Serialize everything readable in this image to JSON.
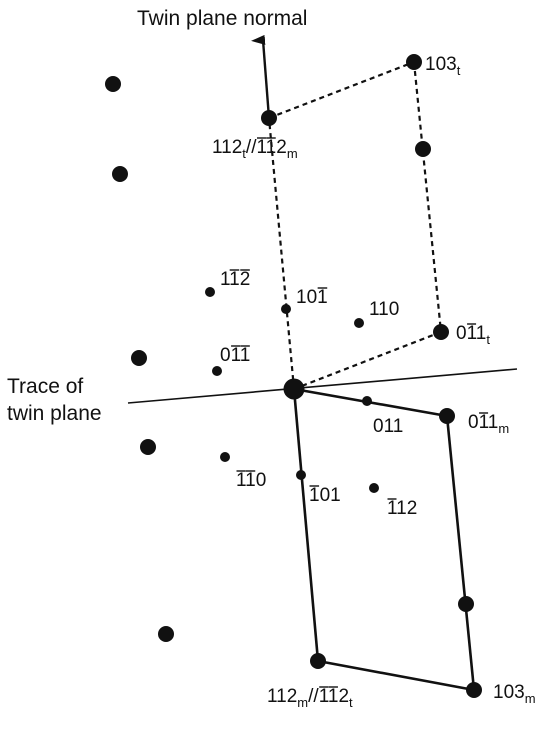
{
  "diagram": {
    "title": "Twin plane normal",
    "trace_label": [
      "Trace of",
      "twin plane"
    ],
    "labels": {
      "p103t": {
        "main": "103",
        "sub": "t"
      },
      "p112t": [
        {
          "t": "112",
          "o": false,
          "s": false
        },
        {
          "t": "t",
          "o": false,
          "s": true
        },
        {
          "t": "//",
          "o": false,
          "s": false
        },
        {
          "t": "1",
          "o": true,
          "s": false
        },
        {
          "t": "1",
          "o": true,
          "s": false
        },
        {
          "t": "2",
          "o": false,
          "s": false
        },
        {
          "t": "m",
          "o": false,
          "s": true
        }
      ],
      "p1m1m2": [
        {
          "t": "1",
          "o": false,
          "s": false
        },
        {
          "t": "1",
          "o": true,
          "s": false
        },
        {
          "t": "2",
          "o": true,
          "s": false
        }
      ],
      "p10m1": [
        {
          "t": "10",
          "o": false,
          "s": false
        },
        {
          "t": "1",
          "o": true,
          "s": false
        }
      ],
      "p110": [
        {
          "t": "110",
          "o": false,
          "s": false
        }
      ],
      "p0m11t": [
        {
          "t": "0",
          "o": false,
          "s": false
        },
        {
          "t": "1",
          "o": true,
          "s": false
        },
        {
          "t": "1",
          "o": false,
          "s": false
        },
        {
          "t": "t",
          "o": false,
          "s": true
        }
      ],
      "p0m1m1": [
        {
          "t": "0",
          "o": false,
          "s": false
        },
        {
          "t": "1",
          "o": true,
          "s": false
        },
        {
          "t": "1",
          "o": true,
          "s": false
        }
      ],
      "p011": [
        {
          "t": "011",
          "o": false,
          "s": false
        }
      ],
      "p0m11m": [
        {
          "t": "0",
          "o": false,
          "s": false
        },
        {
          "t": "1",
          "o": true,
          "s": false
        },
        {
          "t": "1",
          "o": false,
          "s": false
        },
        {
          "t": "m",
          "o": false,
          "s": true
        }
      ],
      "pm1m10": [
        {
          "t": "1",
          "o": true,
          "s": false
        },
        {
          "t": "1",
          "o": true,
          "s": false
        },
        {
          "t": "0",
          "o": false,
          "s": false
        }
      ],
      "pm101": [
        {
          "t": "1",
          "o": true,
          "s": false
        },
        {
          "t": "01",
          "o": false,
          "s": false
        }
      ],
      "pm112": [
        {
          "t": "1",
          "o": true,
          "s": false
        },
        {
          "t": "12",
          "o": false,
          "s": false
        }
      ],
      "p112m": [
        {
          "t": "112",
          "o": false,
          "s": false
        },
        {
          "t": "m",
          "o": false,
          "s": true
        },
        {
          "t": "//",
          "o": false,
          "s": false
        },
        {
          "t": "1",
          "o": true,
          "s": false
        },
        {
          "t": "1",
          "o": true,
          "s": false
        },
        {
          "t": "2",
          "o": false,
          "s": false
        },
        {
          "t": "t",
          "o": false,
          "s": true
        }
      ],
      "p103m": [
        {
          "t": "103",
          "o": false,
          "s": false
        },
        {
          "t": "m",
          "o": false,
          "s": true
        }
      ]
    }
  }
}
